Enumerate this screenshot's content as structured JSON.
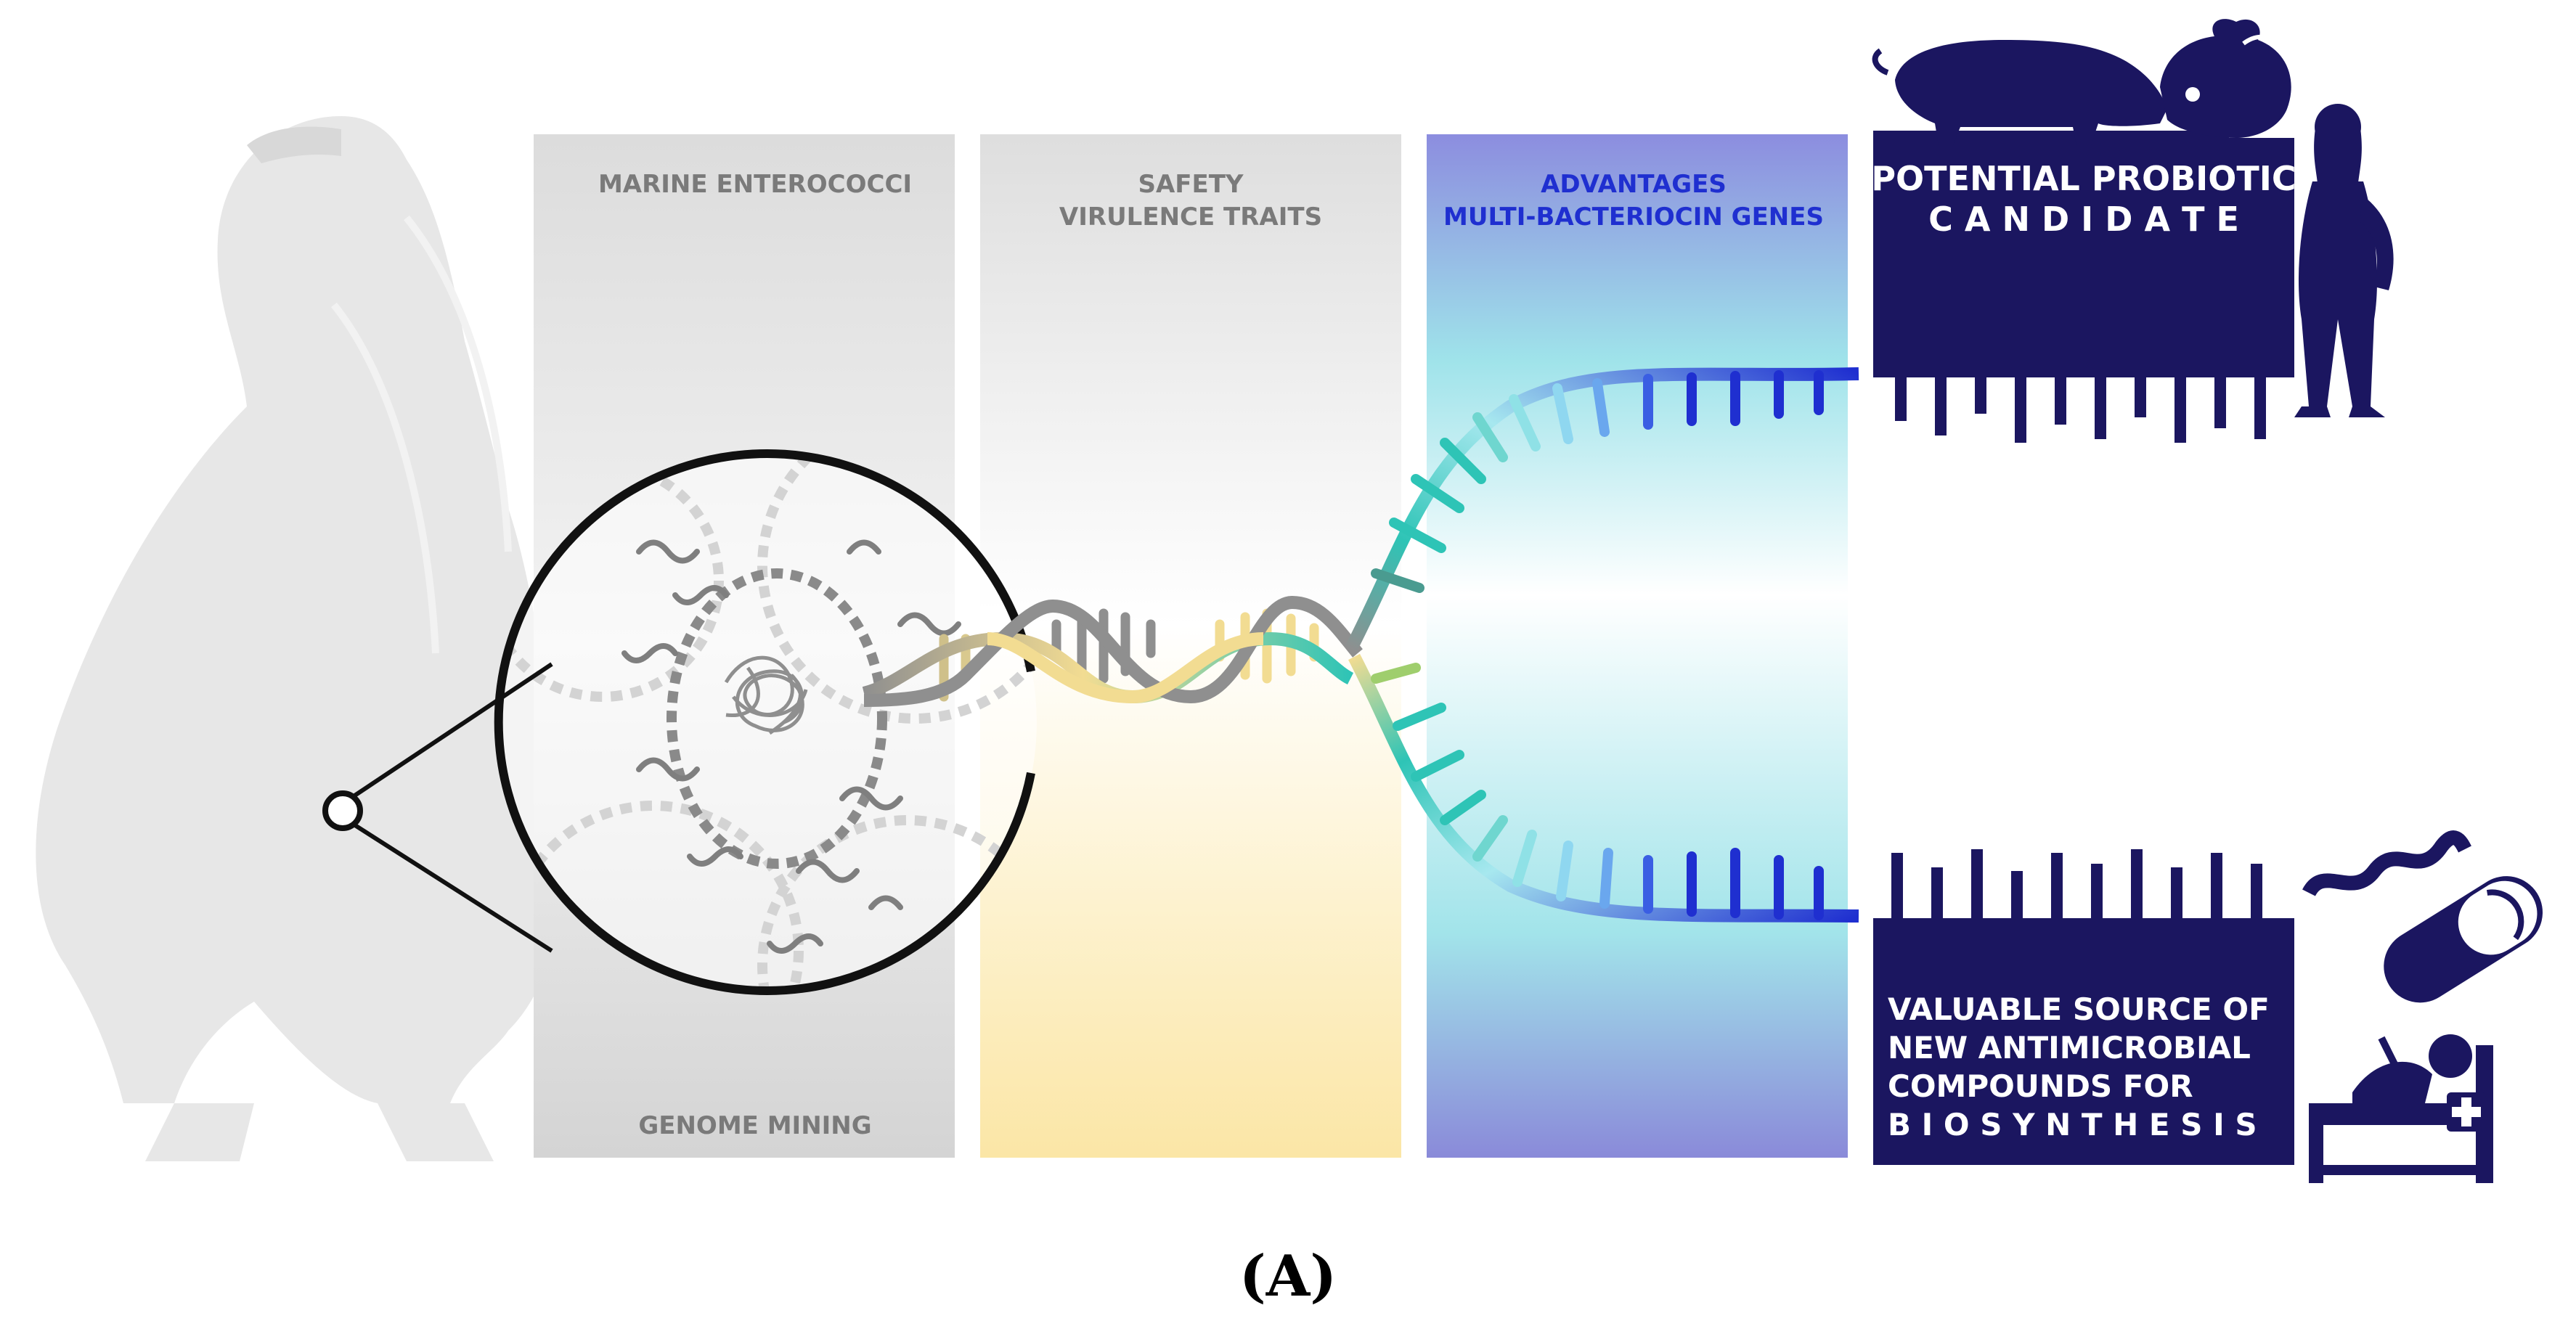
{
  "columns": {
    "marine": {
      "title": "MARINE ENTEROCOCCI",
      "footer": "GENOME MINING"
    },
    "safety": {
      "title_line1": "SAFETY",
      "title_line2": "VIRULENCE TRAITS"
    },
    "advantages": {
      "title_line1": "ADVANTAGES",
      "title_line2": "MULTI-BACTERIOCIN GENES"
    }
  },
  "boards": {
    "probiotic": {
      "line1": "POTENTIAL  PROBIOTIC",
      "line2": "C A N D I D A T E"
    },
    "antimicrobial": {
      "line1": "VALUABLE SOURCE OF",
      "line2": "NEW   ANTIMICROBIAL",
      "line3": "COMPOUNDS        FOR",
      "line4": "B I O S Y N T H E S I S"
    }
  },
  "panel_label": "(A)",
  "colors": {
    "navy": "#1b1660",
    "gray_text": "#7a7a7a",
    "blue_text": "#1f2fd0",
    "helix_gray": "#8f8f8f",
    "helix_yellow": "#f2dc92",
    "teal": "#2ec4b6",
    "deep_blue": "#1f2fd0"
  },
  "icons": [
    "penguin-silhouette",
    "magnifier-lens",
    "dna-helix",
    "pig-icon",
    "cow-icon",
    "woman-icon",
    "capsule-icon",
    "patient-bed-icon"
  ]
}
